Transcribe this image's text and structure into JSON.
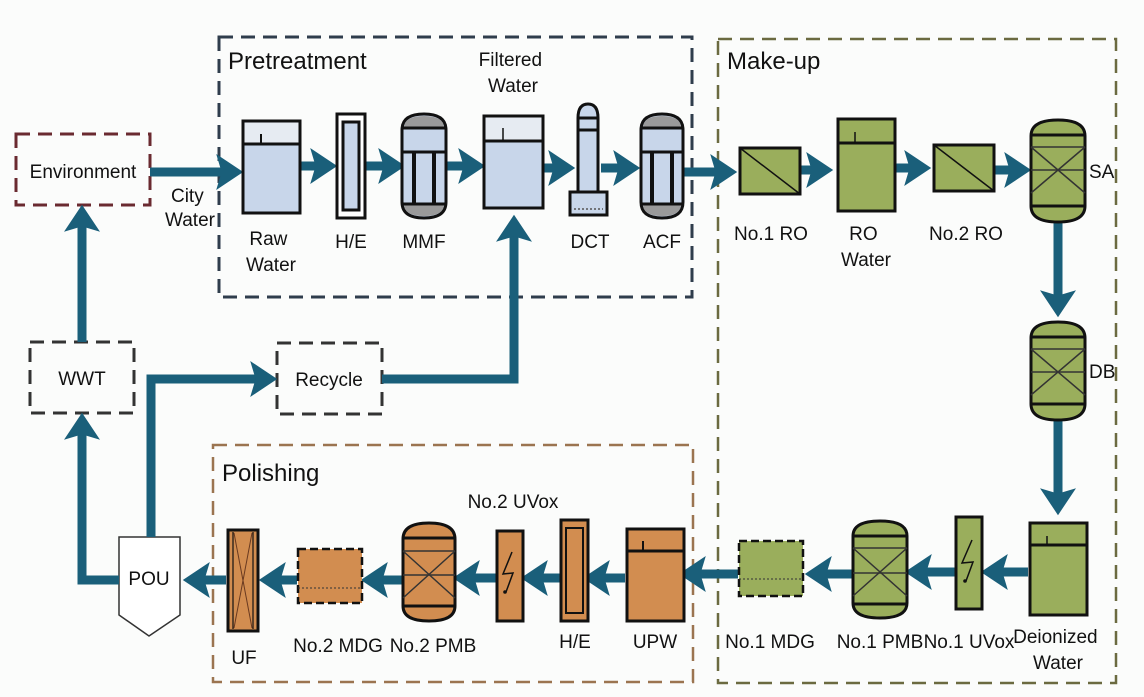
{
  "colors": {
    "pipe": "#1a5f7a",
    "pretreat_fill": "#c8d6ea",
    "pretreat_border": "#2f3d4c",
    "makeup_fill": "#9aae5c",
    "makeup_border": "#6b6a40",
    "polish_fill": "#d28d50",
    "polish_border": "#9b7450",
    "environment_border": "#6a2a30",
    "cap_gray": "#9a9a9a"
  },
  "groups": {
    "pretreatment": "Pretreatment",
    "makeup": "Make-up",
    "polishing": "Polishing"
  },
  "external": {
    "environment": "Environment",
    "wwt": "WWT",
    "recycle": "Recycle",
    "pou": "POU",
    "city_water": [
      "City",
      "Water"
    ]
  },
  "pretreatment_units": {
    "raw_water": [
      "Raw",
      "Water"
    ],
    "he": "H/E",
    "mmf": "MMF",
    "filtered_water": [
      "Filtered",
      "Water"
    ],
    "dct": "DCT",
    "acf": "ACF"
  },
  "makeup_units": {
    "ro1": "No.1 RO",
    "ro_water": [
      "RO",
      "Water"
    ],
    "ro2": "No.2 RO",
    "sa": "SA",
    "db": "DB",
    "deionized_water": [
      "Deionized",
      "Water"
    ],
    "uvox1": "No.1 UVox",
    "pmb1": "No.1 PMB",
    "mdg1": "No.1 MDG"
  },
  "polishing_units": {
    "upw": "UPW",
    "he": "H/E",
    "uvox2": "No.2 UVox",
    "pmb2": "No.2 PMB",
    "mdg2": "No.2 MDG",
    "uf": "UF"
  }
}
